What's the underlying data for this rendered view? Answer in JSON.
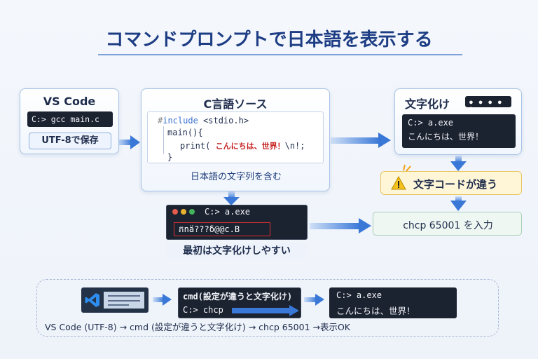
{
  "title": "コマンドプロンプトで日本語を表示する",
  "vscode": {
    "heading": "VS Code",
    "command": "C:> gcc main.c",
    "save": "UTF-8で保存"
  },
  "source": {
    "heading": "C言語ソース",
    "line1_hash": "#",
    "line1_kw": "include",
    "line1_rest": " <stdio.h>",
    "line2": "main(){",
    "line3_pre": "print(",
    "line3_str": "こんにちは、世界！",
    "line3_post": "\\n!;",
    "line4": "}",
    "caption": "日本語の文字列を含む"
  },
  "garbled": {
    "heading": "文字化け",
    "prompt": "C:> a.exe",
    "output": "こんにちは、世界！"
  },
  "warning": {
    "label": "文字コードが違う"
  },
  "middle_term": {
    "prompt": "C:> a.exe",
    "output": "ភnä???δ@@c.B",
    "caption": "最初は文字化けしやすい"
  },
  "chcp": {
    "label": "chcp 65001 を入力"
  },
  "flow": {
    "cmd_title": "cmd(設定が違うと文字化け)",
    "cmd_prompt": "C:> chcp",
    "result_prompt": "C:> a.exe",
    "result_output": "こんにちは、世界！",
    "caption": "VS Code (UTF-8) → cmd (設定が違うと文字化け) → chcp 65001 →表示OK"
  },
  "colors": {
    "title": "#1d3d84",
    "accent_blue": "#3a78d8",
    "terminal_bg": "#1b2230",
    "warning_yellow": "#f4c21c",
    "red_string": "#c62020"
  },
  "icons": [
    "vscode-logo-icon",
    "warning-icon",
    "arrow-right-icon",
    "arrow-down-icon"
  ]
}
